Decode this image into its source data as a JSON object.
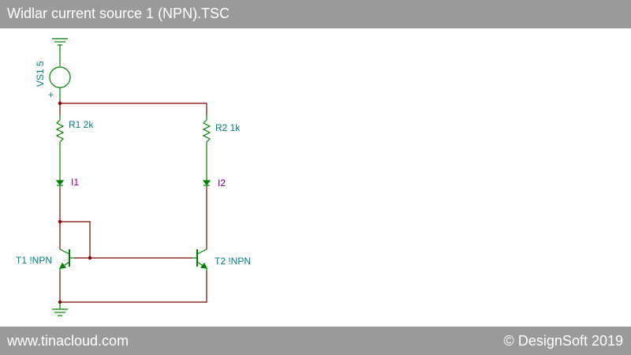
{
  "window": {
    "title": "Widlar current source 1 (NPN).TSC"
  },
  "footer": {
    "website": "www.tinacloud.com",
    "copyright": "© DesignSoft 2019"
  },
  "colors": {
    "wire": "#800000",
    "component": "#008000",
    "label": "#008080",
    "meter_label": "#800080",
    "bar": "#9a9a9a"
  },
  "components": {
    "source": {
      "label": "VS1 5",
      "plus": "+"
    },
    "r1": {
      "label": "R1 2k"
    },
    "r2": {
      "label": "R2 1k"
    },
    "i1": {
      "label": "I1"
    },
    "i2": {
      "label": "I2"
    },
    "t1": {
      "label": "T1 !NPN"
    },
    "t2": {
      "label": "T2 !NPN"
    }
  }
}
